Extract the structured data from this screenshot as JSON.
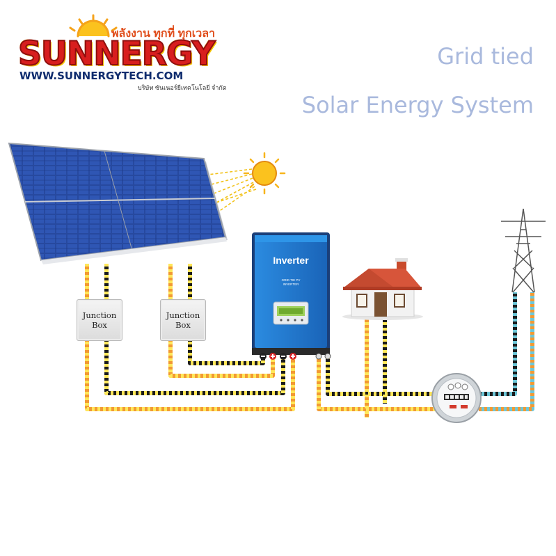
{
  "header": {
    "brand": "SUNNERGY",
    "slogan": "พลังงาน ทุกที่ ทุกเวลา",
    "website": "WWW.SUNNERGYTECH.COM",
    "company": "บริษัท ซันเนอร์ยีเทคโนโลยี จำกัด"
  },
  "title": {
    "line1": "Grid tied",
    "line2": "Solar Energy System"
  },
  "components": {
    "junction_box_1": {
      "line1": "Junction",
      "line2": "Box"
    },
    "junction_box_2": {
      "line1": "Junction",
      "line2": "Box"
    },
    "inverter": {
      "label": "Inverter",
      "sub1": "GRID TIE PV",
      "sub2": "INVERTER"
    }
  },
  "colors": {
    "title": "#a9b9dd",
    "panel": "#1f3f9a",
    "inverter": "#1d6fc4",
    "wire_positive": "#f29a33",
    "wire_negative": "#1b1b1b",
    "wire_yellow": "#ffe75a",
    "wire_grid": "#6ec7d8",
    "sun": "#f7b51b"
  }
}
